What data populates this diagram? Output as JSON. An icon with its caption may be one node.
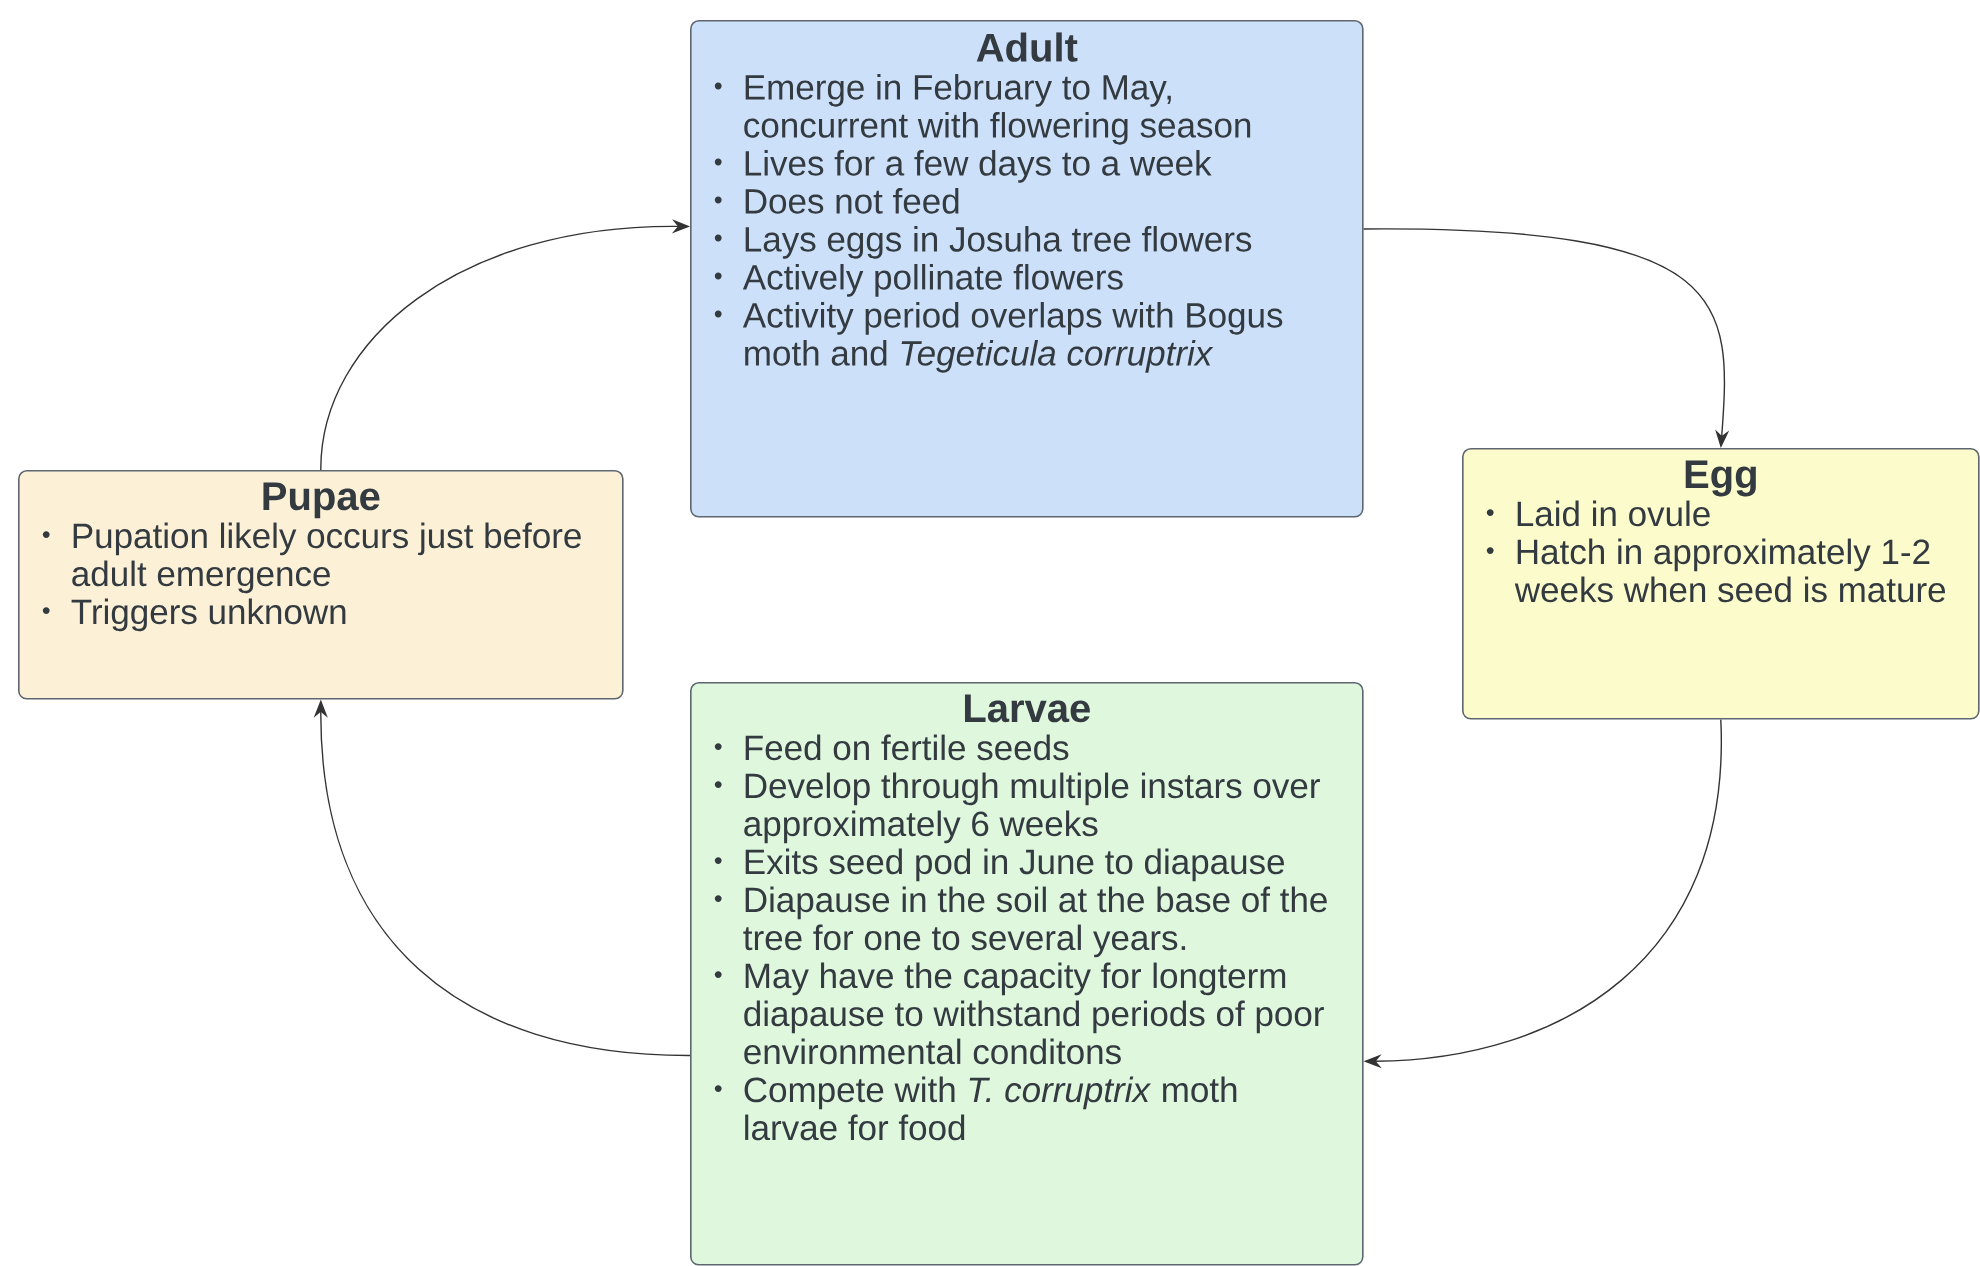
{
  "diagram": {
    "nodes": [
      {
        "text": [
          "Adult",
          "Emerge in February to May, concurrent with flowering season",
          "Lives for a few days to a week",
          "Does not feed",
          "Lays eggs in Josuha tree flowers",
          "Actively pollinate flowers",
          "Activity period overlaps with Bogus moth and *Tegeticula corruptrix*"
        ]
      },
      {
        "text": [
          "Egg",
          "Laid in ovule",
          "Hatch in approximately 1-2 weeks when seed is mature"
        ]
      },
      {
        "text": [
          "Larvae",
          "Feed on fertile seeds",
          "Develop through multiple instars over approximately 6 weeks",
          "Exits seed pod in June to diapause",
          "Diapause in the soil at the base of the tree for one to several years.",
          "May have the capacity for longterm diapause to withstand periods of poor environmental conditons",
          "Compete with *T. corruptrix* moth larvae for food"
        ]
      },
      {
        "text": [
          "Pupae",
          "Pupation likely occurs just before adult emergence",
          "Triggers unknown"
        ]
      }
    ],
    "edges": [
      {
        "from": 0,
        "to": 1,
        "arrow": "to"
      },
      {
        "from": 1,
        "to": 2,
        "arrow": "to"
      },
      {
        "from": 2,
        "to": 3,
        "arrow": "to"
      },
      {
        "from": 3,
        "to": 0,
        "arrow": "to"
      }
    ]
  }
}
